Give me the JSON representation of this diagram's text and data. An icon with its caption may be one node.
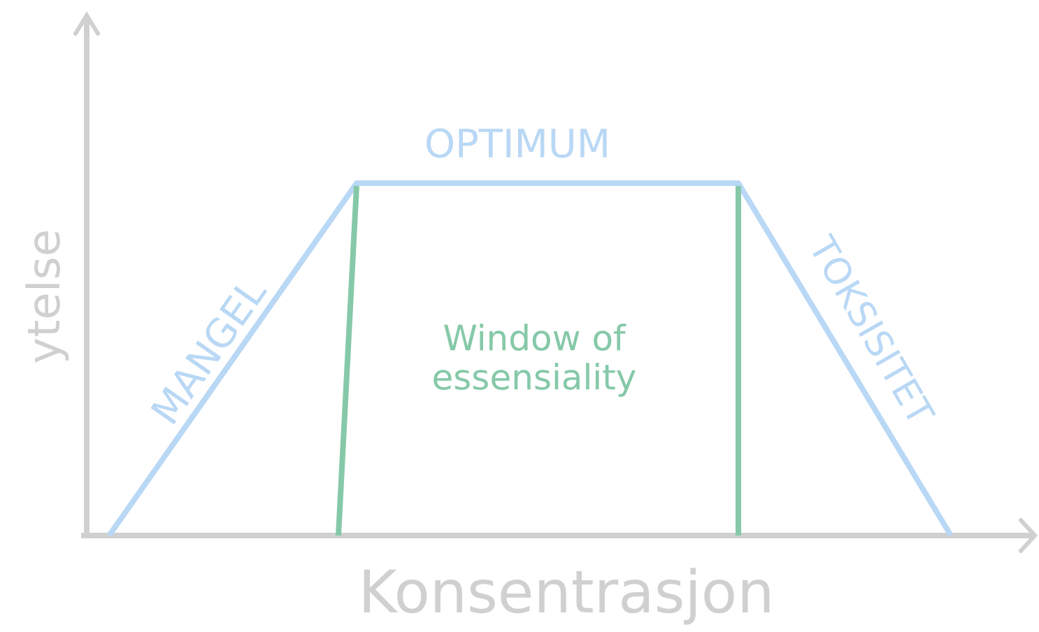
{
  "diagram": {
    "labels": [
      "ytelse",
      "OPTIMUM",
      "MANGEL",
      "Window of essensiality",
      "TOKSISITET",
      "Konsentrasjon"
    ]
  }
}
